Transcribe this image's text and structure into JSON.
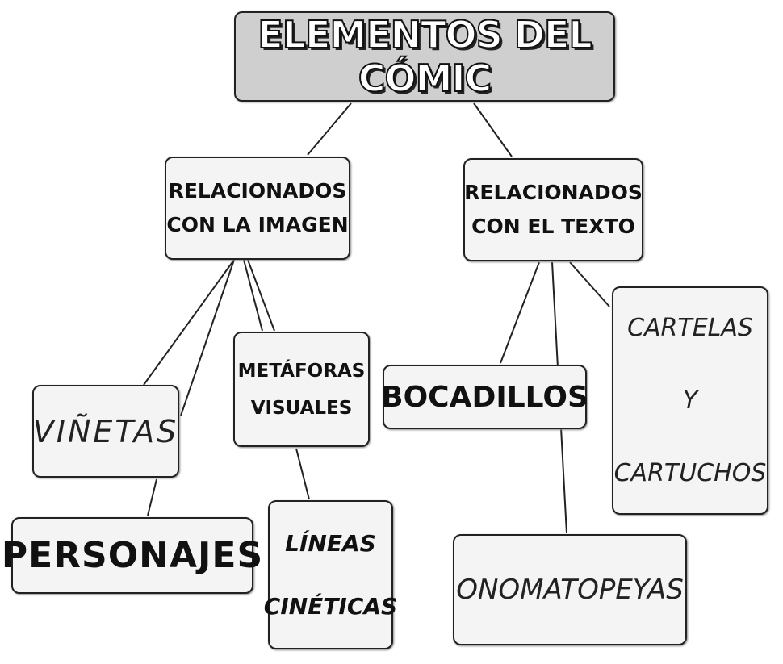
{
  "title": "ELEMENTOS DEL CÓMIC",
  "branches": {
    "image": {
      "line1": "RELACIONADOS",
      "line2": "CON LA IMAGEN"
    },
    "text": {
      "line1": "RELACIONADOS",
      "line2": "CON EL TEXTO"
    }
  },
  "nodes": {
    "vinetas": "VIÑETAS",
    "metaforas_1": "METÁFORAS",
    "metaforas_2": "VISUALES",
    "personajes": "PERSONAJES",
    "lineas_1": "LÍNEAS",
    "lineas_2": "CINÉTICAS",
    "bocadillos": "BOCADILLOS",
    "cartelas_1": "CARTELAS",
    "cartelas_2": "Y",
    "cartelas_3": "CARTUCHOS",
    "onomatopeyas": "ONOMATOPEYAS"
  }
}
